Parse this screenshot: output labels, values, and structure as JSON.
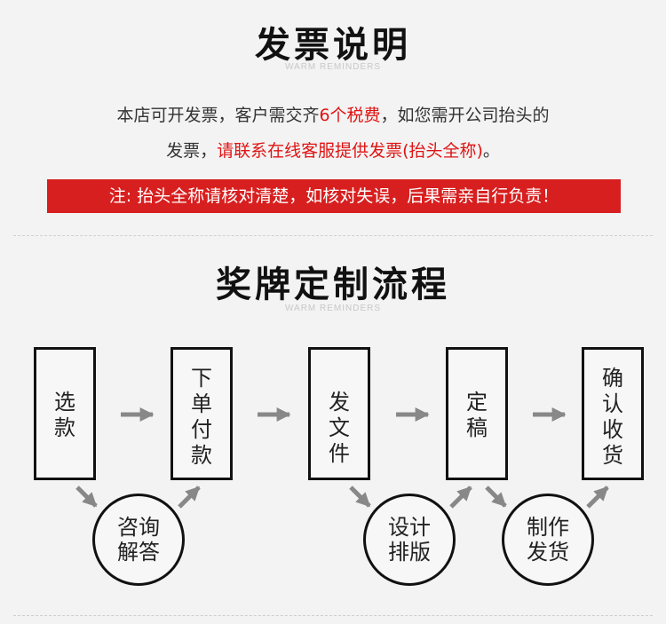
{
  "invoice": {
    "title": "发票说明",
    "subtitle": "WARM REMINDERS",
    "line1_a": "本店可开发票，客户需交齐",
    "line1_b": "6个税费",
    "line1_c": "，如您需开公司抬头的",
    "line2_a": "发票，",
    "line2_b": "请联系在线客服提供发票(抬头全称)",
    "line2_c": "。",
    "notice": "注: 抬头全称请核对清楚，如核对失误，后果需亲自行负责！"
  },
  "process": {
    "title": "奖牌定制流程",
    "subtitle": "WARM REMINDERS",
    "steps": [
      "选款",
      "下单付款",
      "发文件",
      "定稿",
      "确认收货"
    ],
    "side_steps": [
      "咨询解答",
      "设计排版",
      "制作发货"
    ]
  },
  "colors": {
    "accent_red": "#d81f1f",
    "arrow_gray": "#888888"
  }
}
